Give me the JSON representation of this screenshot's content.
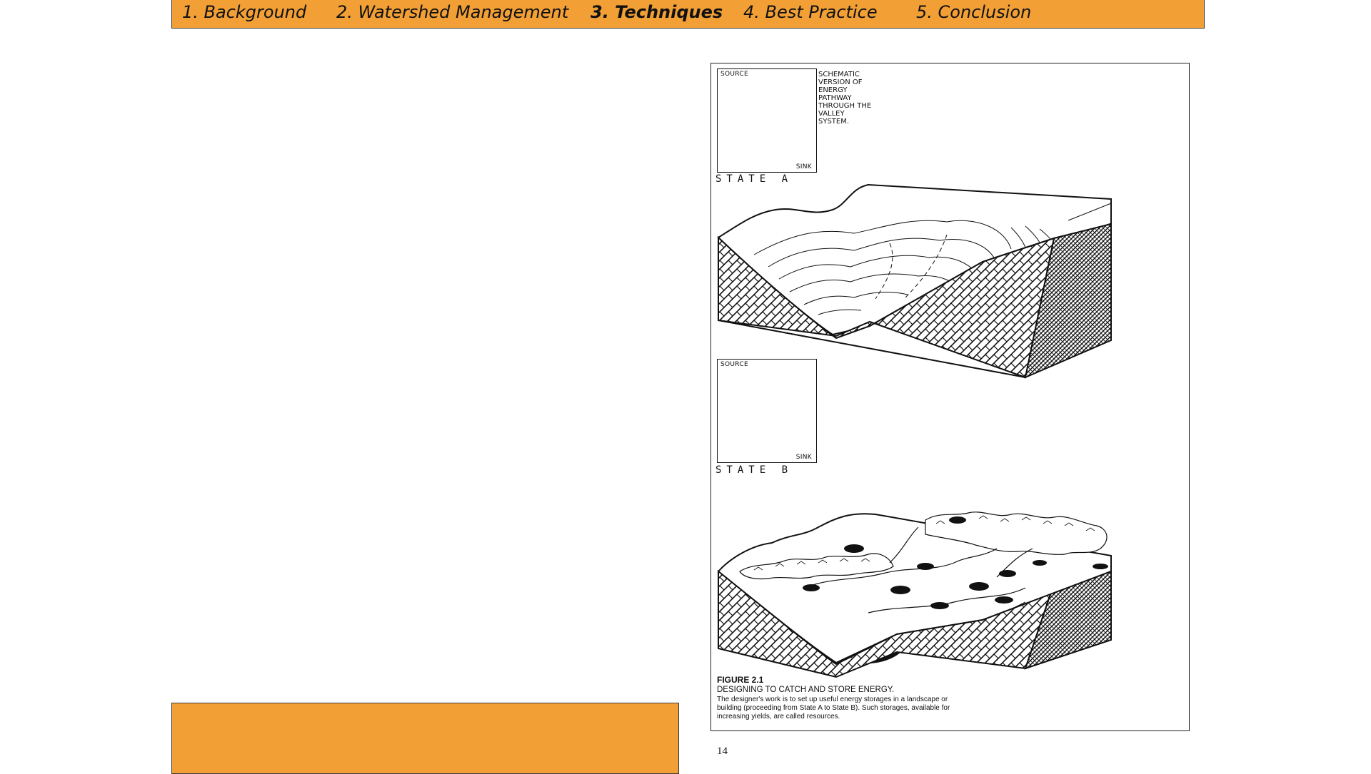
{
  "nav": {
    "items": [
      {
        "label": "1. Background",
        "active": false
      },
      {
        "label": "2. Watershed Management",
        "active": false
      },
      {
        "label": "3. Techniques",
        "active": true
      },
      {
        "label": "4. Best Practice",
        "active": false
      },
      {
        "label": "5. Conclusion",
        "active": false
      }
    ]
  },
  "colors": {
    "accent": "#f2a035",
    "border": "#3a3a3a",
    "ink": "#111111"
  },
  "figure": {
    "schematic_note": "SCHEMATIC VERSION OF ENERGY PATHWAY THROUGH THE VALLEY SYSTEM.",
    "state_a": {
      "label": "STATE A",
      "inset_source": "SOURCE",
      "inset_sink": "SINK"
    },
    "state_b": {
      "label": "STATE B",
      "inset_source": "SOURCE",
      "inset_sink": "SINK"
    },
    "caption_number": "FIGURE 2.1",
    "caption_title": "DESIGNING TO CATCH AND STORE ENERGY.",
    "caption_body": "The designer's work is to set up useful energy storages in a landscape or building (proceeding from State A to State B). Such storages, available for increasing yields, are called resources."
  },
  "page_number": "14"
}
